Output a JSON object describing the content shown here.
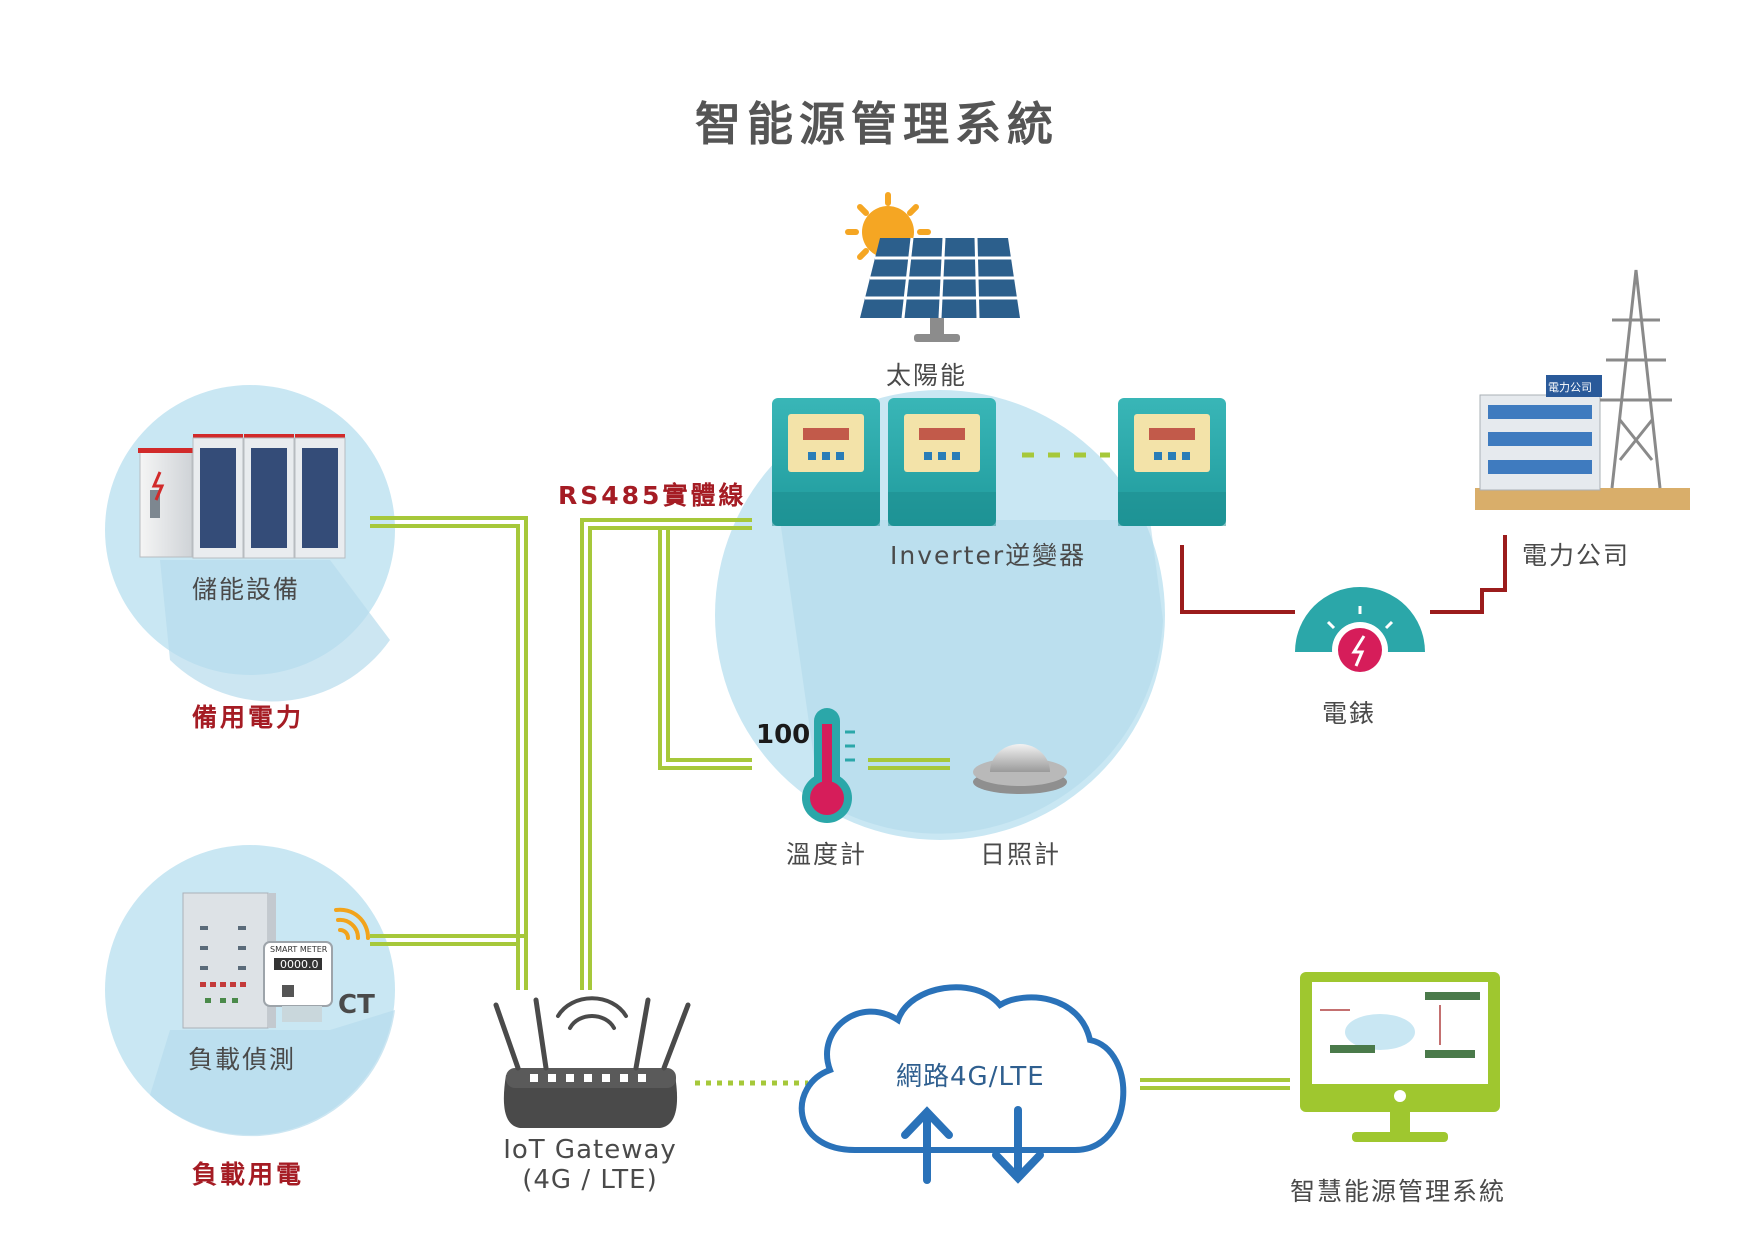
{
  "title": "智能源管理系統",
  "nodes": {
    "solar": "太陽能",
    "inverter": "Inverter逆變器",
    "rs485": "RS485實體線",
    "storage": "儲能設備",
    "backup_power": "備用電力",
    "load_detect": "負載偵測",
    "load_power": "負載用電",
    "ct": "CT",
    "thermometer": "溫度計",
    "pyranometer": "日照計",
    "meter": "電錶",
    "power_company": "電力公司",
    "power_company_sign": "電力公司",
    "gateway_line1": "IoT Gateway",
    "gateway_line2": "(4G / LTE)",
    "network": "網路4G/LTE",
    "ems": "智慧能源管理系統",
    "smart_meter_label": "SMART METER",
    "smart_meter_reading": "0000.0",
    "thermo_value": "100"
  },
  "colors": {
    "green_line": "#a6c83a",
    "red_line": "#9b1c1c",
    "teal": "#2ba7a9",
    "circle_fill": "#c9e7f3",
    "cloud_blue": "#2a72b9",
    "title_gray": "#555555",
    "label_red": "#a51c24"
  }
}
